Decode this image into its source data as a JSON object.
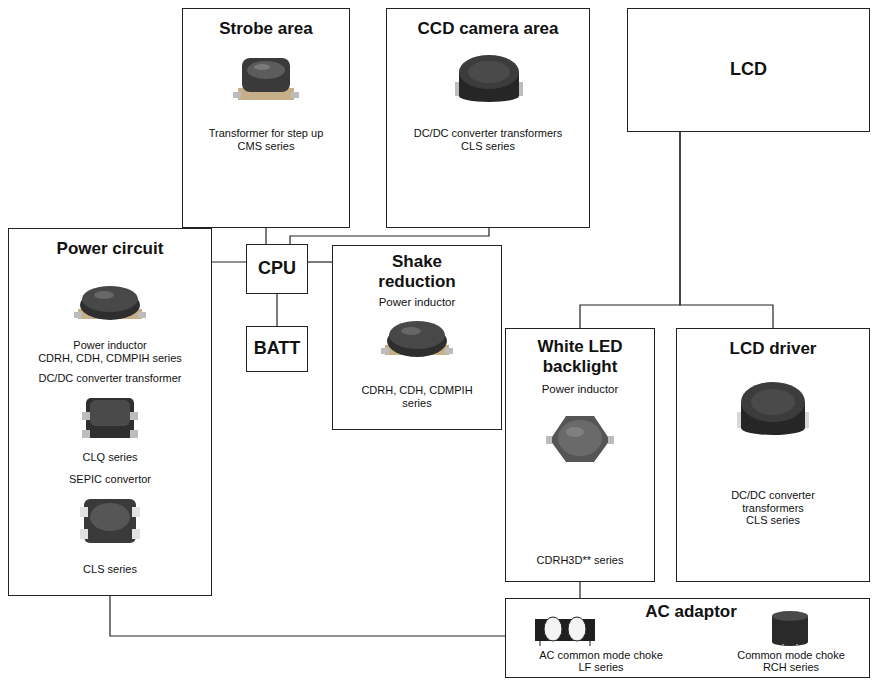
{
  "diagram": {
    "nodes": [
      {
        "text": [
          "Strobe area",
          "Transformer for step up CMS series"
        ]
      },
      {
        "text": [
          "CCD camera area",
          "DC/DC converter transformers CLS series"
        ]
      },
      {
        "text": [
          "LCD"
        ]
      },
      {
        "text": [
          "Power circuit",
          "Power inductor CDRH, CDH, CDMPIH series",
          "DC/DC converter transformer",
          "CLQ series",
          "SEPIC convertor",
          "CLS series"
        ]
      },
      {
        "text": [
          "CPU"
        ]
      },
      {
        "text": [
          "Shake reduction",
          "Power inductor",
          "CDRH, CDH, CDMPIH series"
        ]
      },
      {
        "text": [
          "White LED backlight",
          "Power inductor",
          "CDRH3D** series"
        ]
      },
      {
        "text": [
          "LCD driver",
          "DC/DC converter transformers CLS series"
        ]
      },
      {
        "text": [
          "BATT"
        ]
      },
      {
        "text": [
          "AC adaptor",
          "AC common mode choke LF series",
          "Common mode choke RCH series"
        ]
      }
    ],
    "edges": [
      {
        "from": 0,
        "to": 4,
        "arrow": "none"
      },
      {
        "from": 1,
        "to": 4,
        "arrow": "none"
      },
      {
        "from": 3,
        "to": 4,
        "arrow": "none"
      },
      {
        "from": 4,
        "to": 5,
        "arrow": "none"
      },
      {
        "from": 4,
        "to": 8,
        "arrow": "none"
      },
      {
        "from": 2,
        "to": 6,
        "arrow": "none"
      },
      {
        "from": 2,
        "to": 7,
        "arrow": "none"
      },
      {
        "from": 6,
        "to": 9,
        "arrow": "none"
      },
      {
        "from": 3,
        "to": 9,
        "arrow": "none"
      }
    ]
  }
}
